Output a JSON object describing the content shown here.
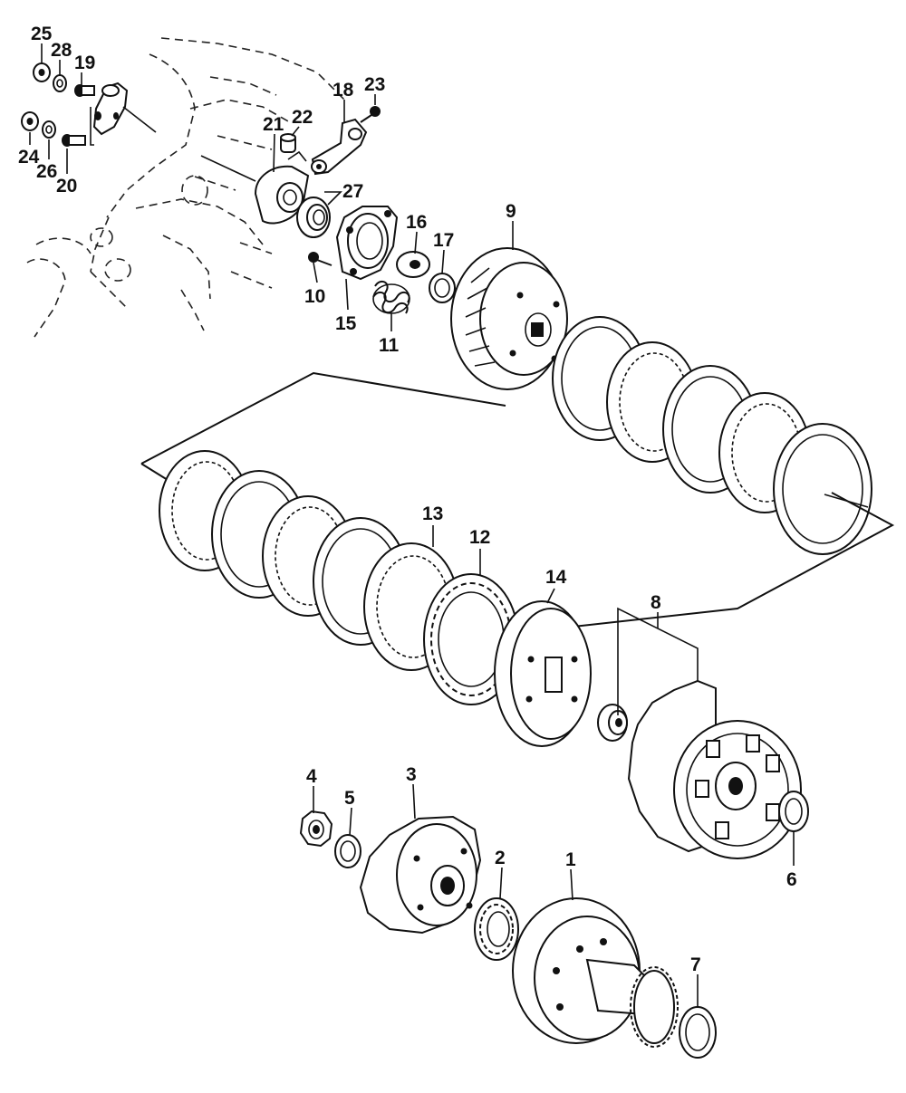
{
  "diagram": {
    "callouts": [
      {
        "id": "c1",
        "label": "1"
      },
      {
        "id": "c2",
        "label": "2"
      },
      {
        "id": "c3",
        "label": "3"
      },
      {
        "id": "c4",
        "label": "4"
      },
      {
        "id": "c5",
        "label": "5"
      },
      {
        "id": "c6",
        "label": "6"
      },
      {
        "id": "c7",
        "label": "7"
      },
      {
        "id": "c8",
        "label": "8"
      },
      {
        "id": "c9",
        "label": "9"
      },
      {
        "id": "c10",
        "label": "10"
      },
      {
        "id": "c11",
        "label": "11"
      },
      {
        "id": "c12",
        "label": "12"
      },
      {
        "id": "c13",
        "label": "13"
      },
      {
        "id": "c14",
        "label": "14"
      },
      {
        "id": "c15",
        "label": "15"
      },
      {
        "id": "c16",
        "label": "16"
      },
      {
        "id": "c17",
        "label": "17"
      },
      {
        "id": "c18",
        "label": "18"
      },
      {
        "id": "c19",
        "label": "19"
      },
      {
        "id": "c20",
        "label": "20"
      },
      {
        "id": "c21",
        "label": "21"
      },
      {
        "id": "c22",
        "label": "22"
      },
      {
        "id": "c23",
        "label": "23"
      },
      {
        "id": "c24",
        "label": "24"
      },
      {
        "id": "c25",
        "label": "25"
      },
      {
        "id": "c26",
        "label": "26"
      },
      {
        "id": "c27",
        "label": "27"
      },
      {
        "id": "c28",
        "label": "28"
      }
    ]
  }
}
